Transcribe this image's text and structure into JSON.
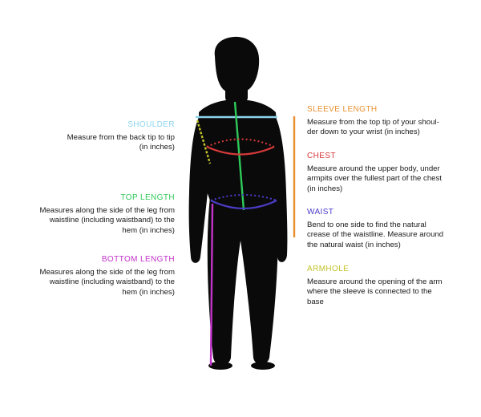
{
  "colors": {
    "shoulder": "#8ed3ec",
    "top_length": "#2fc95a",
    "bottom_length": "#c233c9",
    "sleeve_length": "#e8902e",
    "chest": "#d63a3a",
    "waist": "#4b3cc7",
    "armhole": "#c2c32a",
    "silhouette": "#0a0a0a"
  },
  "measurements": {
    "shoulder": {
      "label": "SHOULDER",
      "desc_lines": [
        "Measure from the back tip to tip",
        "(in inches)"
      ]
    },
    "top_length": {
      "label": "TOP LENGTH",
      "desc_lines": [
        "Measures along the side of the leg from",
        "waistline (including waistband) to the",
        "hem (in inches)"
      ]
    },
    "bottom_length": {
      "label": "BOTTOM LENGTH",
      "desc_lines": [
        "Measures along the side of the leg from",
        "waistline (including waistband) to the",
        "hem (in inches)"
      ]
    },
    "sleeve_length": {
      "label": "SLEEVE LENGTH",
      "desc_lines": [
        "Measure from the top tip of your shoul-",
        "der down to your wrist (in inches)"
      ]
    },
    "chest": {
      "label": "CHEST",
      "desc_lines": [
        "Measure around the upper body, under",
        "armpits over the fullest part of the chest",
        "(in inches)"
      ]
    },
    "waist": {
      "label": "WAIST",
      "desc_lines": [
        "Bend to one side to find the natural",
        "crease of the waistline. Measure around",
        "the natural waist (in inches)"
      ]
    },
    "armhole": {
      "label": "ARMHOLE",
      "desc_lines": [
        "Measure around the opening of the arm",
        "where the sleeve is connected to the",
        "base"
      ]
    }
  }
}
